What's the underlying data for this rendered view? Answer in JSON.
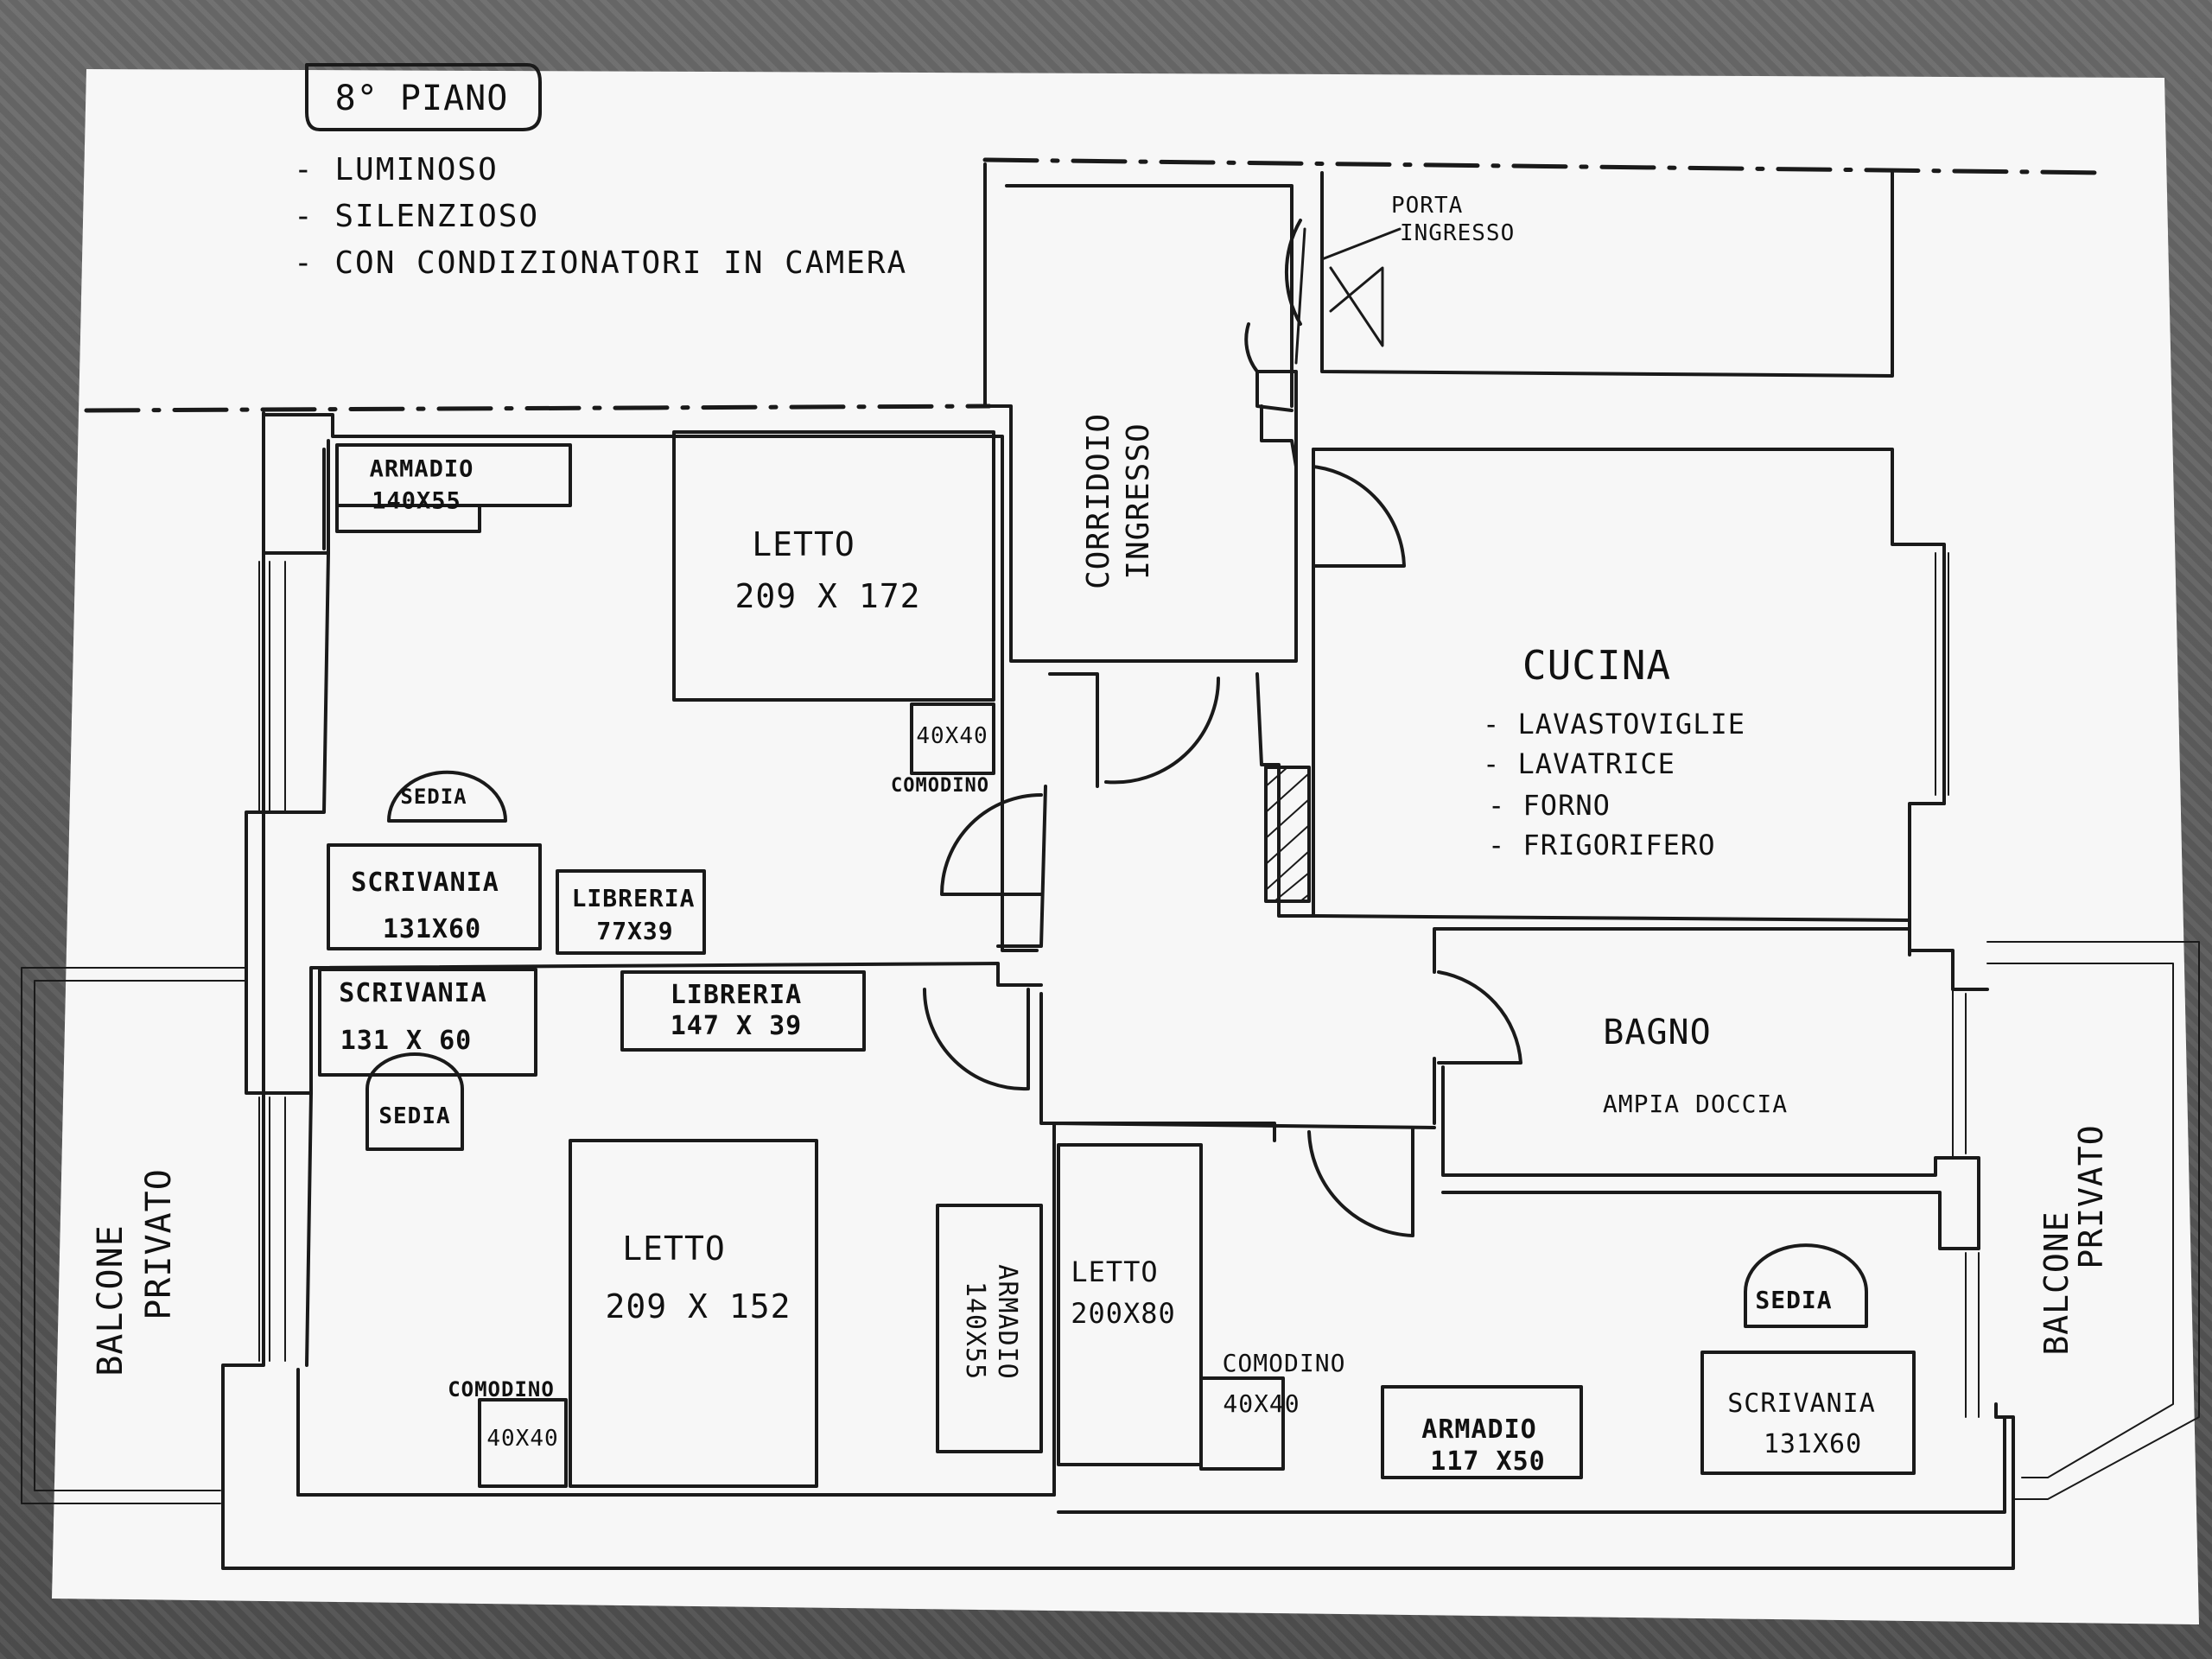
{
  "header": {
    "floor": "8° PIANO",
    "features": [
      "- LUMINOSO",
      "- SILENZIOSO",
      "- CON CONDIZIONATORI IN CAMERA"
    ]
  },
  "labels": {
    "entrance_door": [
      "PORTA",
      "INGRESSO"
    ],
    "corridor": [
      "CORRIDOIO",
      "INGRESSO"
    ],
    "bedroom1": {
      "wardrobe": [
        "ARMADIO",
        "140X55"
      ],
      "bed": [
        "LETTO",
        "209 X 172"
      ],
      "nightstand": "40X40",
      "nightstand_label": "COMODINO",
      "chair": "SEDIA",
      "desk": [
        "SCRIVANIA",
        "131X60"
      ],
      "bookcase": [
        "LIBRERIA",
        "77X39"
      ]
    },
    "kitchen": {
      "title": "CUCINA",
      "items": [
        "- LAVASTOVIGLIE",
        "- LAVATRICE",
        "- FORNO",
        "- FRIGORIFERO"
      ]
    },
    "bedroom2": {
      "desk": [
        "SCRIVANIA",
        "131 X 60"
      ],
      "bookcase": [
        "LIBRERIA",
        "147 X 39"
      ],
      "chair": "SEDIA",
      "bed": [
        "LETTO",
        "209 X 152"
      ],
      "nightstand_label": "COMODINO",
      "nightstand": "40X40",
      "wardrobe": [
        "ARMADIO",
        "140X55"
      ]
    },
    "bathroom": {
      "title": "BAGNO",
      "note": "AMPIA DOCCIA"
    },
    "bedroom3": {
      "bed": [
        "LETTO",
        "200X80"
      ],
      "nightstand_label": "COMODINO",
      "nightstand": "40X40",
      "wardrobe": [
        "ARMADIO",
        "117 X50"
      ],
      "chair": "SEDIA",
      "desk": [
        "SCRIVANIA",
        "131X60"
      ]
    },
    "balcony_left": [
      "BALCONE",
      "PRIVATO"
    ],
    "balcony_right": [
      "BALCONE",
      "PRIVATO"
    ]
  }
}
